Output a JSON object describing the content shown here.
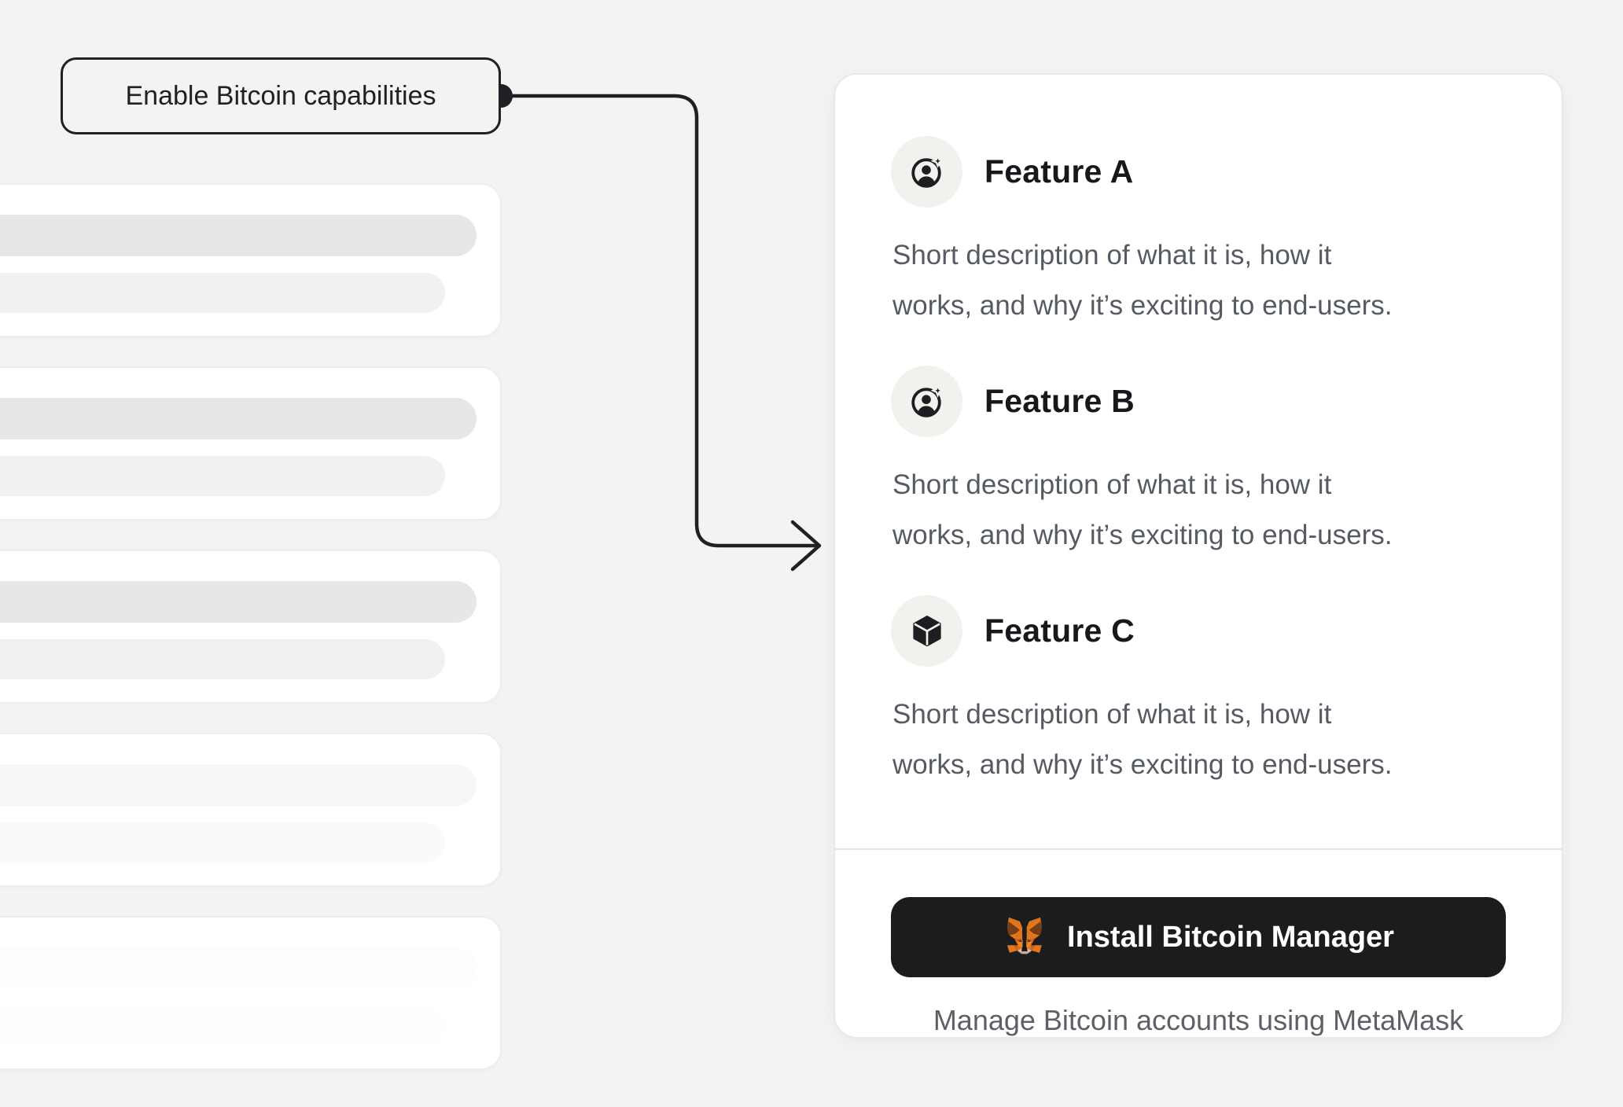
{
  "callout": {
    "label": "Enable Bitcoin capabilities"
  },
  "panel": {
    "features": [
      {
        "title": "Feature A",
        "icon": "account-sparkle-icon",
        "description_line1": "Short description of what it is, how it",
        "description_line2": "works, and why it’s exciting to end-users."
      },
      {
        "title": "Feature B",
        "icon": "account-sparkle-icon",
        "description_line1": "Short description of what it is, how it",
        "description_line2": "works, and why it’s exciting to end-users."
      },
      {
        "title": "Feature C",
        "icon": "cube-icon",
        "description_line1": "Short description of what it is, how it",
        "description_line2": "works, and why it’s exciting to end-users."
      }
    ],
    "install_button": {
      "label": "Install Bitcoin Manager",
      "icon": "metamask-fox-icon"
    },
    "caption": "Manage Bitcoin accounts using MetaMask"
  },
  "colors": {
    "background": "#f4f3f1",
    "accent_dark": "#1b1c1e",
    "text_primary": "#17181c",
    "text_secondary": "#565b63",
    "metamask_orange": "#E2761B"
  }
}
